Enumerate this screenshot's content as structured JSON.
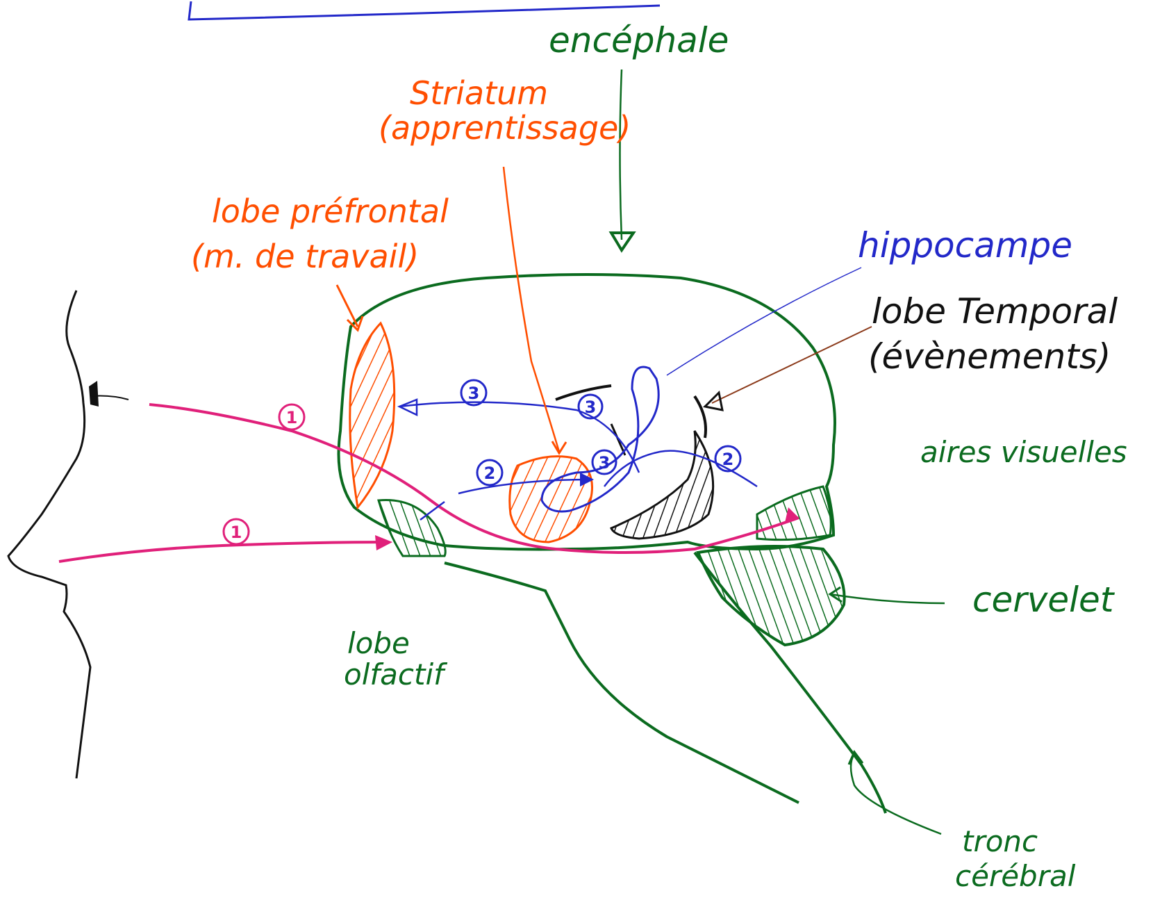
{
  "labels": {
    "encephale": "encéphale",
    "striatum_line1": "Striatum",
    "striatum_line2": "(apprentissage)",
    "prefrontal_line1": "lobe préfrontal",
    "prefrontal_line2": "(m. de travail)",
    "hippocampe": "hippocampe",
    "temporal_line1": "lobe Temporal",
    "temporal_line2": "(évènements)",
    "visual": "aires visuelles",
    "cervelet": "cervelet",
    "olfactif_line1": "lobe",
    "olfactif_line2": "olfactif",
    "tronc_line1": "tronc",
    "tronc_line2": "cérébral"
  },
  "pathway_numbers": {
    "one_top": "1",
    "one_bottom": "1",
    "two_left": "2",
    "two_right": "2",
    "three_top": "3",
    "three_center_top": "3",
    "three_center_bottom": "3"
  },
  "colors": {
    "green": "#0b6b1f",
    "orange": "#ff4e00",
    "blue": "#2228c9",
    "magenta": "#e0207a",
    "black": "#111111",
    "brown": "#8b3a1a"
  }
}
